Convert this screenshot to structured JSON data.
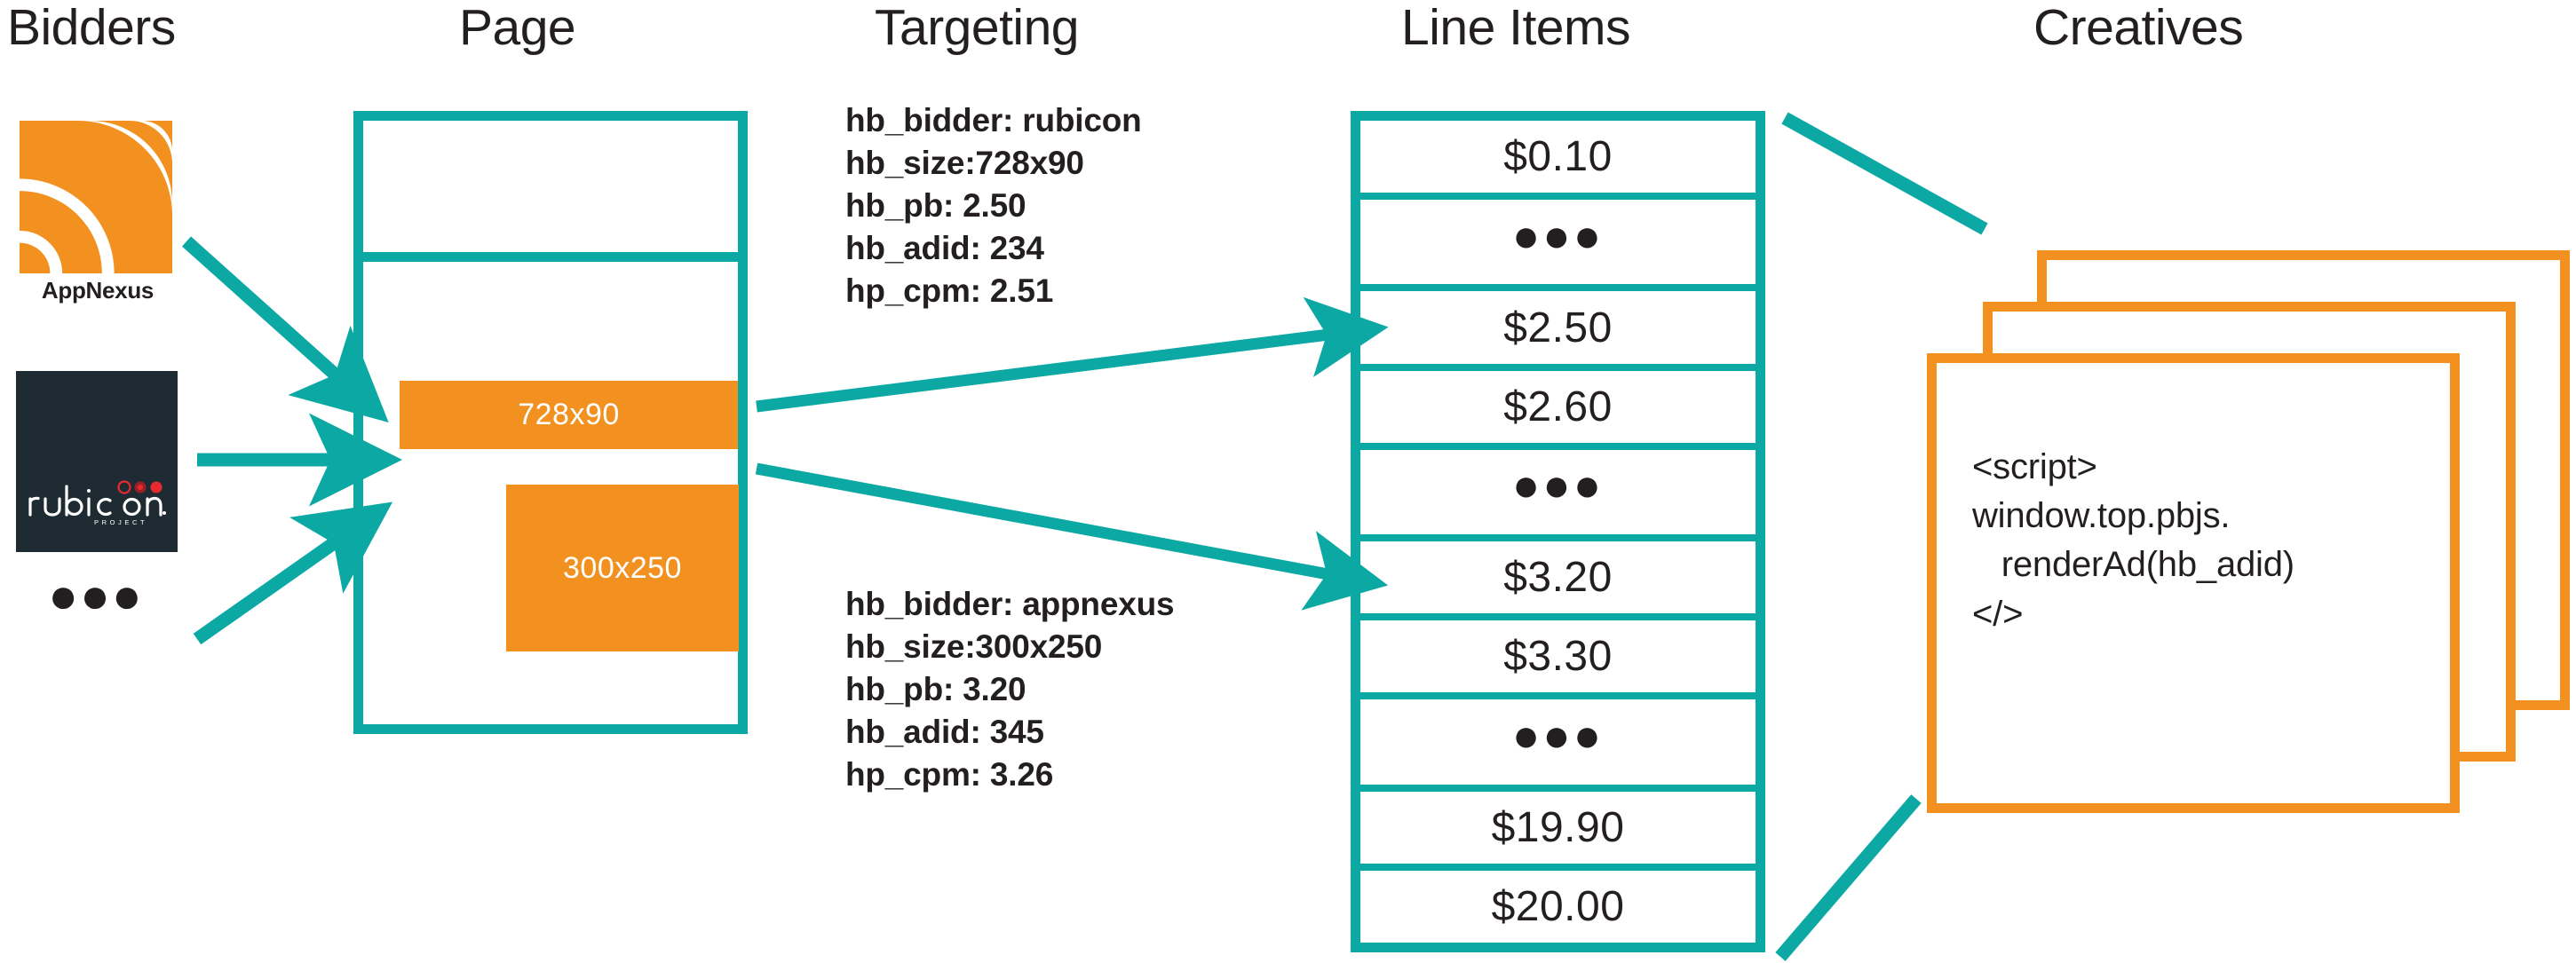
{
  "columns": {
    "bidders": "Bidders",
    "page": "Page",
    "targeting": "Targeting",
    "line_items": "Line Items",
    "creatives": "Creatives"
  },
  "colors": {
    "teal": "#0CA9A4",
    "orange": "#F2911F",
    "ink": "#231f20",
    "rubicon_bg": "#1e2b33",
    "rubicon_red": "#E8292F"
  },
  "bidders": {
    "appnexus_label": "AppNexus",
    "rubicon_label": "rubicon",
    "rubicon_sub": "PROJECT",
    "more": "●●●"
  },
  "page": {
    "ad_slots": [
      {
        "label": "728x90"
      },
      {
        "label": "300x250"
      }
    ]
  },
  "targeting": {
    "blocks": [
      {
        "lines": [
          "hb_bidder: rubicon",
          "hb_size:728x90",
          "hb_pb: 2.50",
          "hb_adid: 234",
          "hp_cpm: 2.51"
        ]
      },
      {
        "lines": [
          "hb_bidder: appnexus",
          "hb_size:300x250",
          "hb_pb: 3.20",
          "hb_adid: 345",
          "hp_cpm: 3.26"
        ]
      }
    ]
  },
  "line_items": {
    "rows": [
      {
        "label": "$0.10",
        "dots": false
      },
      {
        "label": "●●●",
        "dots": true
      },
      {
        "label": "$2.50",
        "dots": false
      },
      {
        "label": "$2.60",
        "dots": false
      },
      {
        "label": "●●●",
        "dots": true
      },
      {
        "label": "$3.20",
        "dots": false
      },
      {
        "label": "$3.30",
        "dots": false
      },
      {
        "label": "●●●",
        "dots": true
      },
      {
        "label": "$19.90",
        "dots": false
      },
      {
        "label": "$20.00",
        "dots": false
      }
    ]
  },
  "creatives": {
    "code": "<script>\nwindow.top.pbjs.\n   renderAd(hb_adid)\n</>"
  }
}
